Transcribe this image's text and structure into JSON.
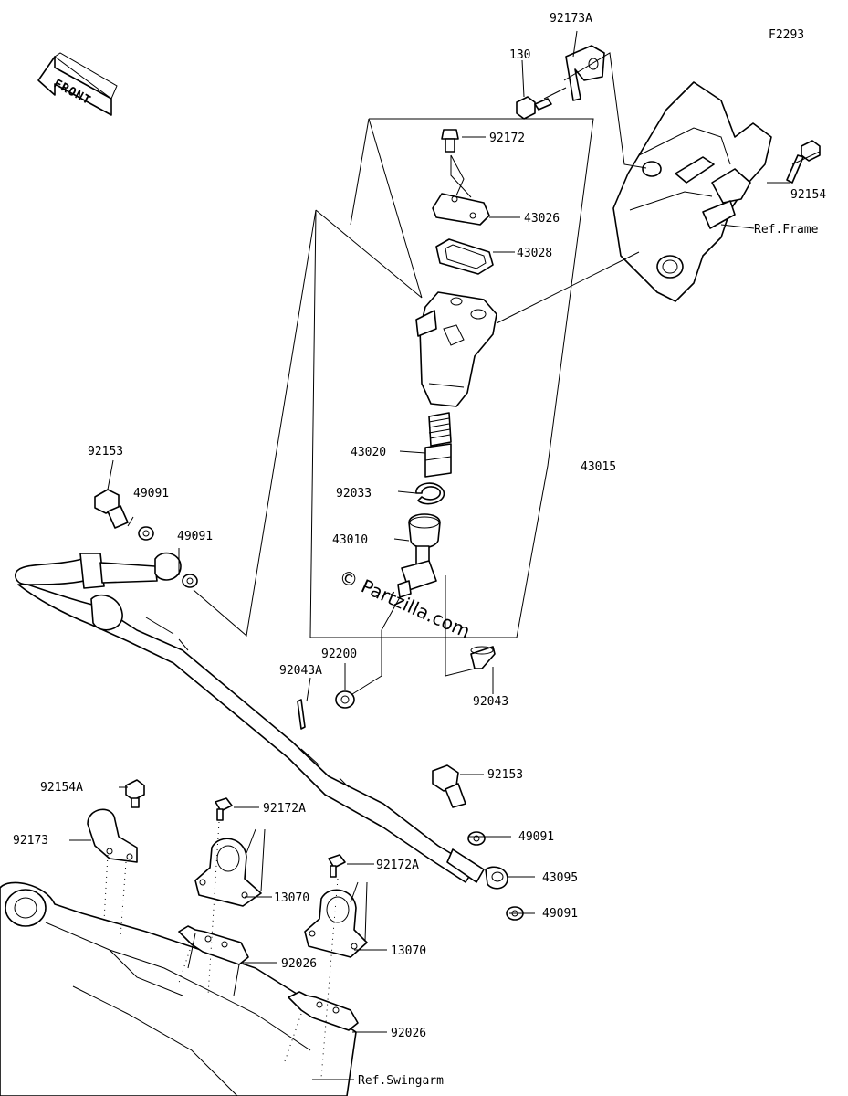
{
  "diagram": {
    "figure_id": "F2293",
    "front_label": "FRONT",
    "watermark": "© Partzilla.com",
    "labels": {
      "p92173A_top": "92173A",
      "p130": "130",
      "p92172": "92172",
      "p43026": "43026",
      "p43028": "43028",
      "p92154": "92154",
      "ref_frame": "Ref.Frame",
      "p92153_left": "92153",
      "p49091_a": "49091",
      "p49091_b": "49091",
      "p43020": "43020",
      "p43015": "43015",
      "p92033": "92033",
      "p43010": "43010",
      "p92200": "92200",
      "p92043A": "92043A",
      "p92043": "92043",
      "p92153_right": "92153",
      "p92154A": "92154A",
      "p92172A_a": "92172A",
      "p92173": "92173",
      "p49091_c": "49091",
      "p92172A_b": "92172A",
      "p43095": "43095",
      "p13070_a": "13070",
      "p49091_d": "49091",
      "p92026_a": "92026",
      "p13070_b": "13070",
      "p92026_b": "92026",
      "ref_swingarm": "Ref.Swingarm"
    }
  }
}
